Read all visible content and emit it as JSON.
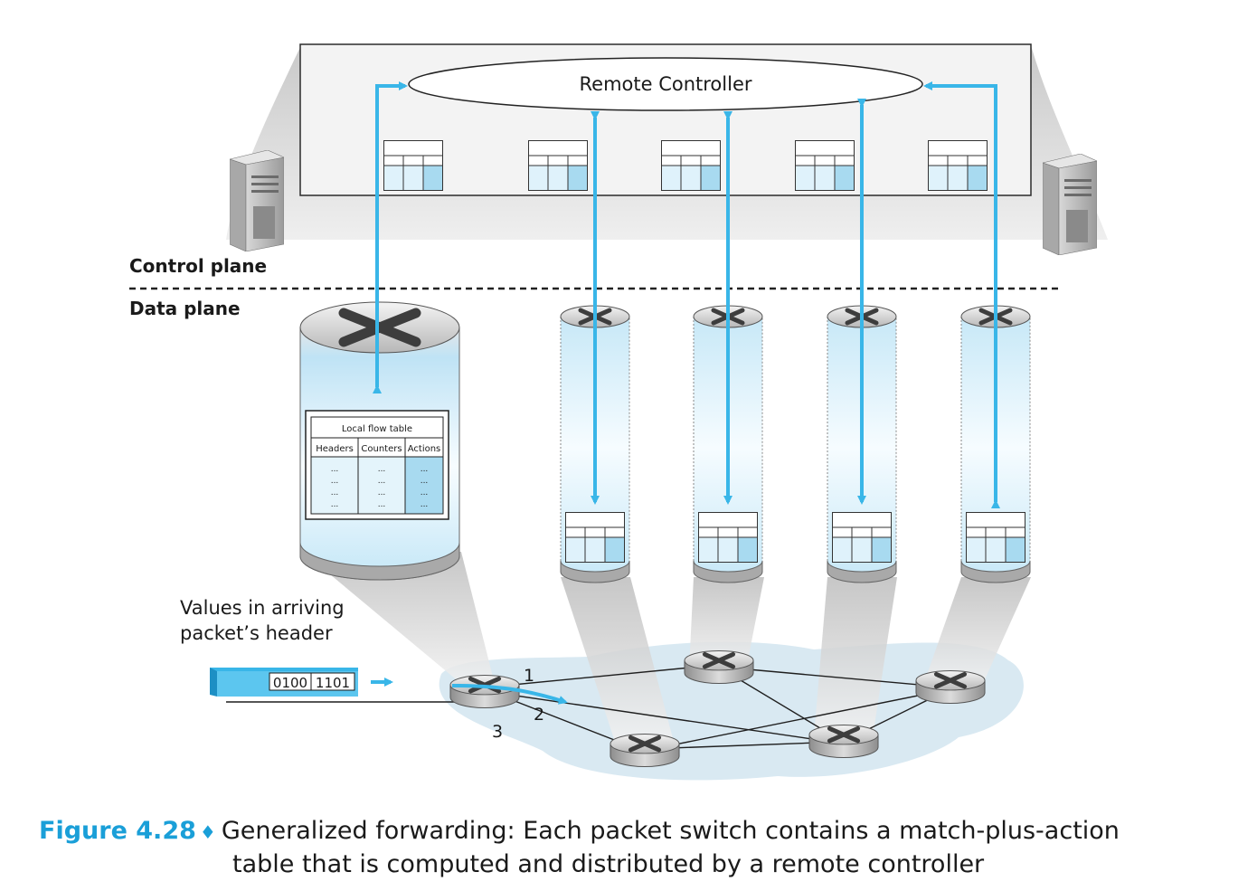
{
  "figure": {
    "label": "Figure 4.28",
    "bullet": "♦",
    "caption_line1": "Generalized forwarding: Each packet switch contains a match-plus-action",
    "caption_line2": "table that is computed and distributed by a remote controller"
  },
  "planes": {
    "control": "Control plane",
    "data": "Data plane"
  },
  "controller": {
    "label": "Remote Controller"
  },
  "flow_table": {
    "title": "Local flow table",
    "columns": [
      "Headers",
      "Counters",
      "Actions"
    ],
    "cell": "..."
  },
  "packet": {
    "label_line1": "Values in arriving",
    "label_line2": "packet’s header",
    "field1": "0100",
    "field2": "1101"
  },
  "ports": [
    "1",
    "2",
    "3"
  ],
  "colors": {
    "arrow": "#39b6e8",
    "accent": "#1a9fd8",
    "table_fill": "#dff2fb",
    "action_fill": "#a8daf0"
  }
}
